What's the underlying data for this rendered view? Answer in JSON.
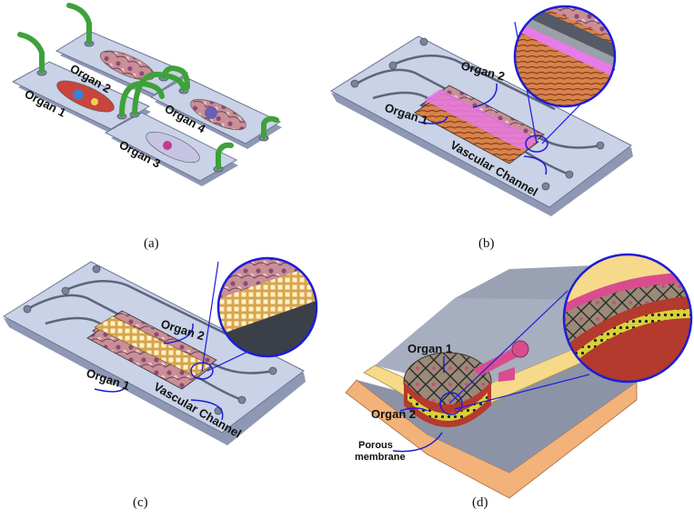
{
  "panel_a": {
    "caption": "(a)",
    "labels": {
      "organ1": "Organ 1",
      "organ2": "Organ 2",
      "organ3": "Organ 3",
      "organ4": "Organ 4"
    }
  },
  "panel_b": {
    "caption": "(b)",
    "labels": {
      "organ1": "Organ 1",
      "organ2": "Organ 2",
      "vascular": "Vascular Channel"
    }
  },
  "panel_c": {
    "caption": "(c)",
    "labels": {
      "organ1": "Organ 1",
      "organ2": "Organ 2",
      "vascular": "Vascular Channel"
    }
  },
  "panel_d": {
    "caption": "(d)",
    "labels": {
      "organ1": "Organ 1",
      "organ2": "Organ 2",
      "porous_line1": "Porous",
      "porous_line2": "membrane"
    }
  },
  "colors": {
    "chip": "#c9d2e6",
    "chip_side": "#8e98b4",
    "tube": "#3fa13a",
    "vascular": "#e87be8",
    "callout": "#1d1dd6",
    "membrane": "#e2c477",
    "tissue_pink": "#d9a7a8",
    "tissue_red": "#b43a2d"
  }
}
